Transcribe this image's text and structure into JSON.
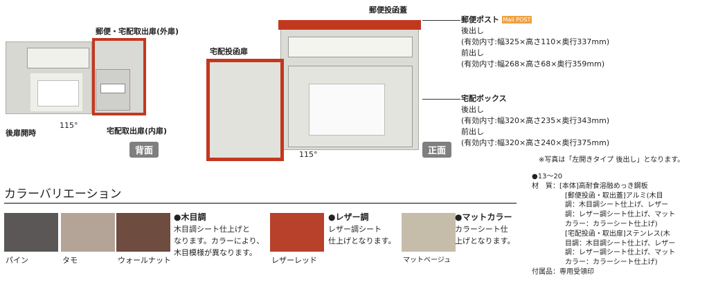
{
  "back_view": {
    "outer_door_label": "郵便・宅配取出扉(外扉)",
    "rear_open_label": "後扉開時",
    "angle": "115°",
    "inner_door_label": "宅配取出扉(内扉)",
    "badge": "背面"
  },
  "front_view": {
    "mail_lid_label": "郵便投函蓋",
    "parcel_door_label": "宅配投函扉",
    "angle": "115°",
    "badge": "正面"
  },
  "mailbox": {
    "title": "郵便ポスト",
    "logo": "Mail POST",
    "rear_label": "後出し",
    "rear_dims": "(有効内寸:幅325×高さ110×奥行337mm)",
    "front_label": "前出し",
    "front_dims": "(有効内寸:幅268×高さ68×奥行359mm)"
  },
  "parcelbox": {
    "title": "宅配ボックス",
    "rear_label": "後出し",
    "rear_dims": "(有効内寸:幅320×高さ235×奥行343mm)",
    "front_label": "前出し",
    "front_dims": "(有効内寸:幅320×高さ240×奥行375mm)"
  },
  "photo_note": "※写真は「左開きタイプ 後出し」となります。",
  "specs": {
    "range": "●13～20",
    "lines": [
      "材　質：[本体]高耐食溶融めっき鋼板",
      "[郵便投函・取出蓋]アルミ(木目",
      "調：木目調シート仕上げ、レザー",
      "調：レザー調シート仕上げ、マット",
      "カラー：カラーシート仕上げ)",
      "[宅配投函・取出扉]ステンレス(木",
      "目調：木目調シート仕上げ、レザー",
      "調：レザー調シート仕上げ、マット",
      "カラー：カラーシート仕上げ)",
      "付属品：専用受領印"
    ]
  },
  "colors": {
    "title": "カラーバリエーション",
    "swatches": [
      {
        "name": "パイン",
        "color": "#5a5756"
      },
      {
        "name": "タモ",
        "color": "#b3a497"
      },
      {
        "name": "ウォールナット",
        "color": "#6e4c40"
      },
      {
        "name": "レザーレッド",
        "color": "#b8412c"
      },
      {
        "name": "マットベージュ",
        "color": "#c6bcaa"
      }
    ],
    "groups": [
      {
        "title": "●木目調",
        "lines": [
          "木目調シート仕上げと",
          "なります。カラーにより、",
          "木目模様が異なります。"
        ]
      },
      {
        "title": "●レザー調",
        "lines": [
          "レザー調シート",
          "仕上げとなります。"
        ]
      },
      {
        "title": "●マットカラー",
        "lines": [
          "カラーシート仕",
          "上げとなります。"
        ]
      }
    ]
  }
}
